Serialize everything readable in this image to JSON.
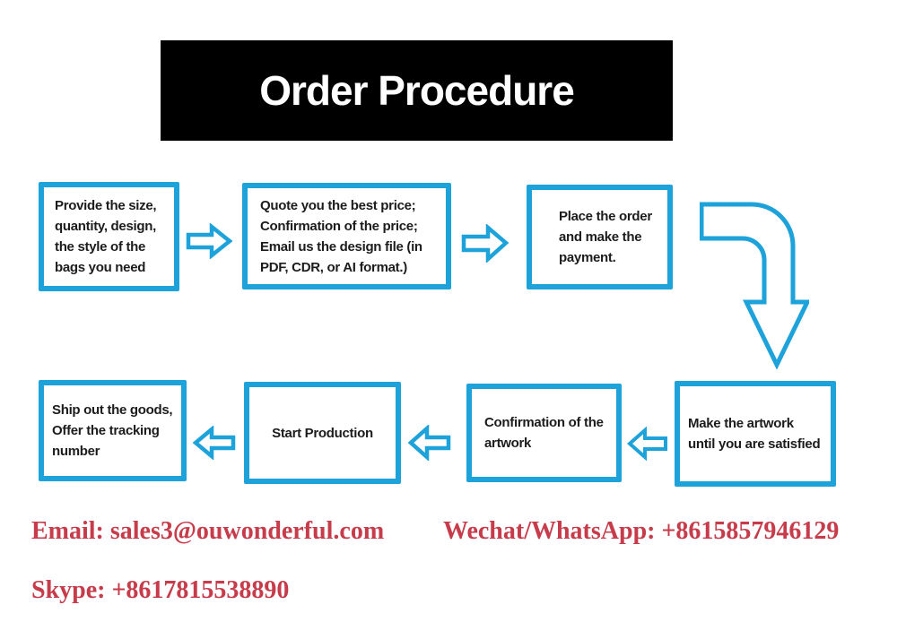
{
  "banner": {
    "title": "Order Procedure"
  },
  "colors": {
    "banner_bg": "#000000",
    "banner_text": "#ffffff",
    "box_border_cyan": "#1ea2da",
    "box_text": "#1c1c1c",
    "contact_red": "#c73c4b"
  },
  "steps": [
    {
      "id": "provide-requirements",
      "text": "Provide the size,\nquantity, design,\nthe style of the\nbags you need"
    },
    {
      "id": "quote-price",
      "text": "Quote you the best price;\nConfirmation of the price;\nEmail us the design file (in\nPDF, CDR, or AI format.)"
    },
    {
      "id": "place-order",
      "text": "Place the order\nand make the\npayment."
    },
    {
      "id": "make-artwork",
      "text": "Make the artwork\nuntil you are satisfied"
    },
    {
      "id": "confirm-artwork",
      "text": "Confirmation of the\nartwork"
    },
    {
      "id": "start-production",
      "text": "Start Production"
    },
    {
      "id": "ship-goods",
      "text": "Ship out the goods,\nOffer the tracking\nnumber"
    }
  ],
  "icons": {
    "arrow_right": "block arrow pointing right",
    "arrow_left": "block arrow pointing left",
    "arrow_elbow_down": "elbow arrow curving from right edge down to bottom row"
  },
  "contacts": {
    "email": "Email: sales3@ouwonderful.com",
    "wechat": "Wechat/WhatsApp: +8615857946129",
    "skype": "Skype: +8617815538890"
  }
}
